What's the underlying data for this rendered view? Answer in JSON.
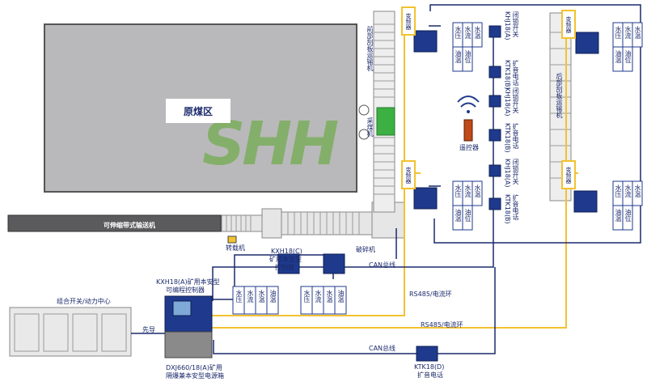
{
  "labels": {
    "coal_area": "原煤区",
    "telescopic_conveyor": "可伸缩带式输送机",
    "transfer_machine": "转载机",
    "crusher": "破碎机",
    "coal_shearer": "采煤机",
    "front_scraper": "前部刮板运输机",
    "rear_scraper": "后部刮板运输机",
    "remote": "遥控器",
    "freq_converter": "变频器",
    "kxh18c_1": "KXH18(C)",
    "kxh18c_2": "矿用本安型",
    "kxh18c_3": "控制器",
    "kxh18a_1": "KXH18(A)矿用本安型",
    "kxh18a_2": "可编程控制器",
    "dxj_1": "DXJ660/18(A)矿用",
    "dxj_2": "隔爆兼本安型电源箱",
    "combo_switch": "组合开关/动力中心",
    "pilot": "先导",
    "can_bus": "CAN总线",
    "can_bus_2": "CAN总线",
    "rs485_1": "RS485/电流环",
    "rs485_2": "RS485/电流环",
    "ktk18d_1": "KTK18(D)",
    "ktk18d_2": "扩音电话",
    "khj18a": "KHJ18(A)",
    "lock_switch": "闭锁开关",
    "ktk18b": "KTK18(B)",
    "pa_phone": "扩音电话",
    "water_pressure": "水压",
    "water_flow": "水流",
    "water_temp": "水温",
    "oil_temp": "油温",
    "oil_level": "油位",
    "logo": "SHH"
  },
  "colors": {
    "blue_device": "#1f3a8c",
    "cable_yellow": "#f2c230",
    "cable_navy": "#1b2a6b",
    "coal_gray": "#b9b9bb",
    "conveyor_dark": "#5b5b5d",
    "shearer_green": "#3cb043"
  }
}
